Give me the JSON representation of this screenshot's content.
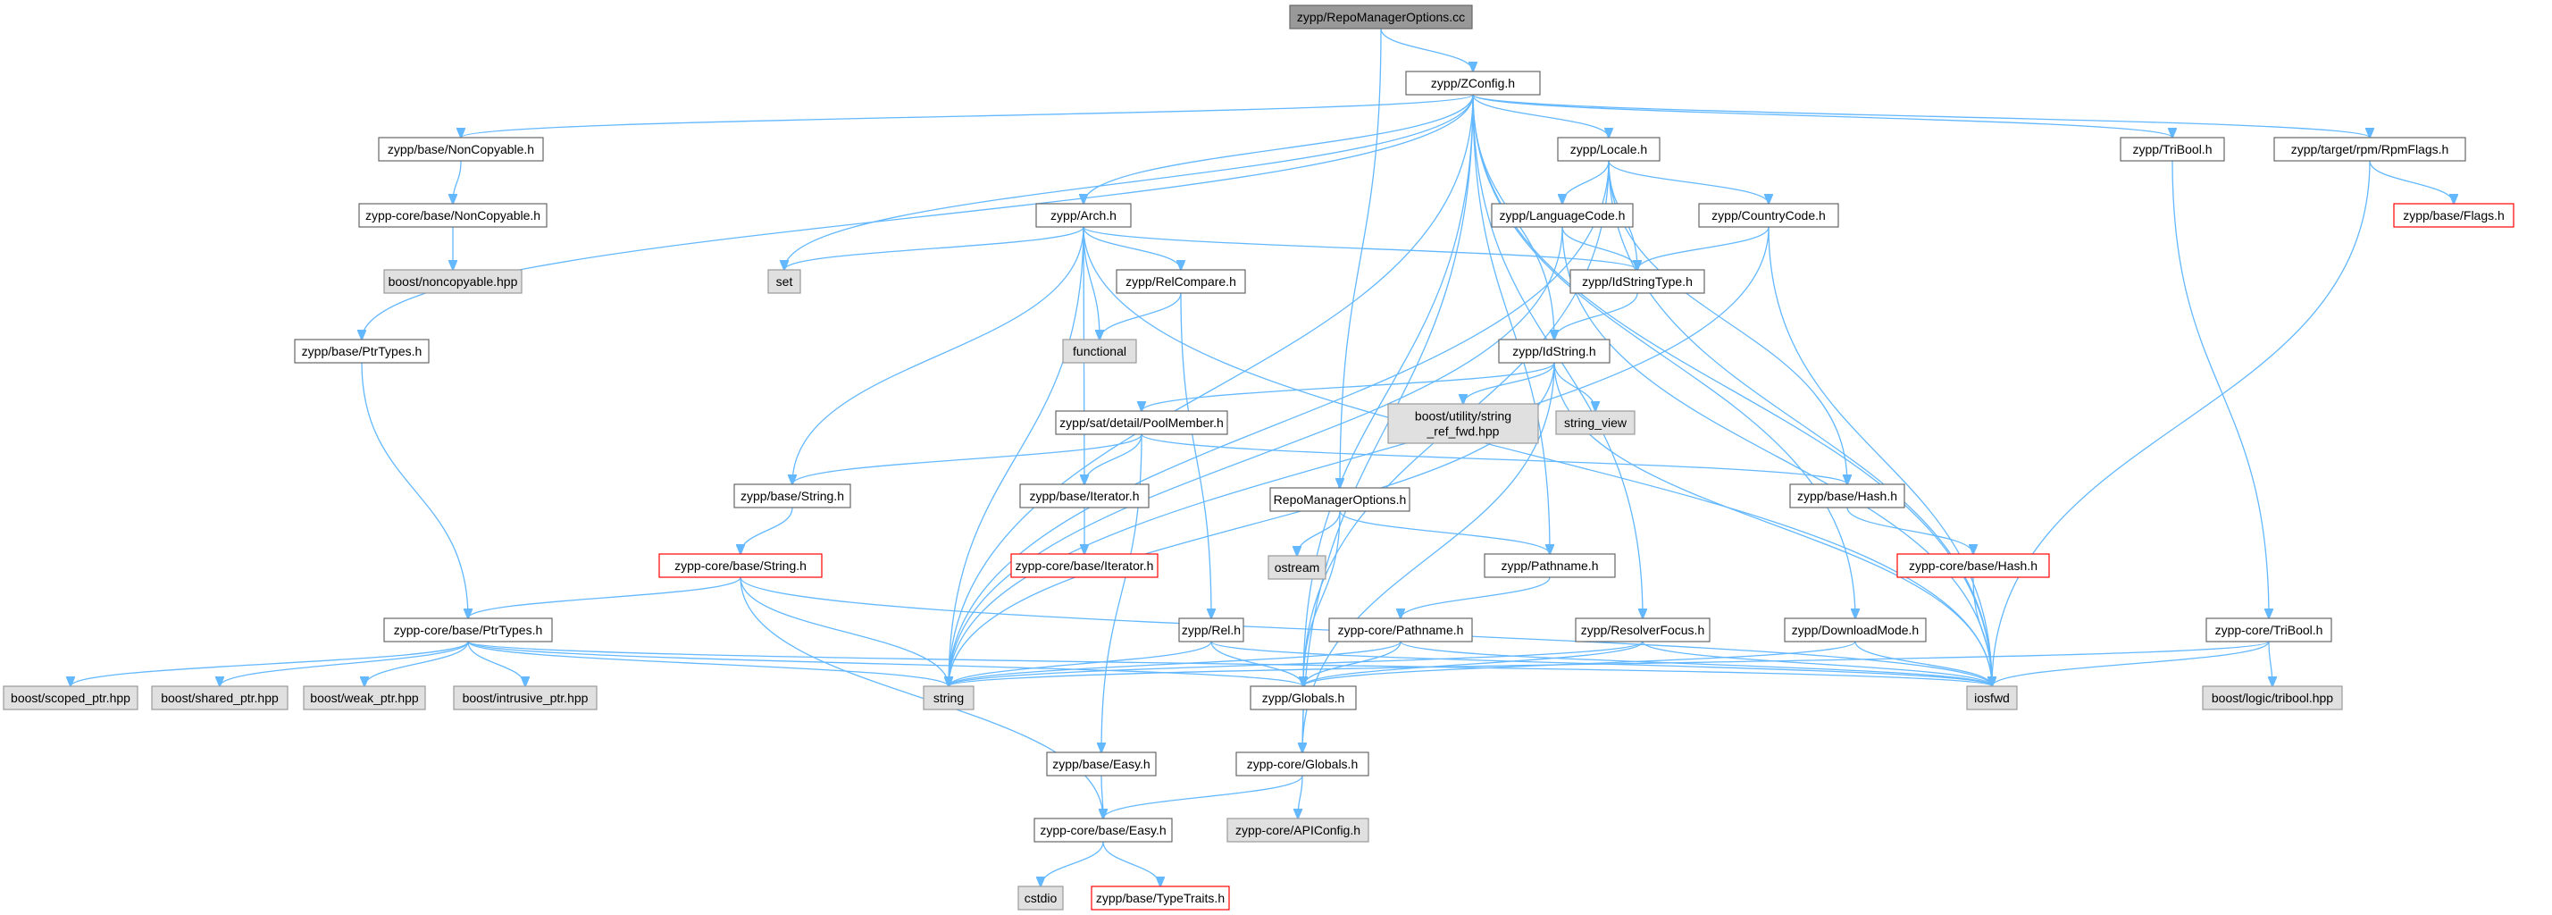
{
  "colors": {
    "edge": "#63b8ff",
    "root_fill": "#999999",
    "root_border": "#666666",
    "local_fill": "#ffffff",
    "local_border": "#666666",
    "system_fill": "#e0e0e0",
    "system_border": "#999999",
    "missing_fill": "#ffffff",
    "missing_border": "#ff0000"
  },
  "nodes": [
    {
      "id": "root",
      "label": "zypp/RepoManagerOptions.cc",
      "kind": "root"
    },
    {
      "id": "zconfig",
      "label": "zypp/ZConfig.h",
      "kind": "local"
    },
    {
      "id": "noncopyable",
      "label": "zypp/base/NonCopyable.h",
      "kind": "local"
    },
    {
      "id": "locale",
      "label": "zypp/Locale.h",
      "kind": "local"
    },
    {
      "id": "tribool",
      "label": "zypp/TriBool.h",
      "kind": "local"
    },
    {
      "id": "rpmflags",
      "label": "zypp/target/rpm/RpmFlags.h",
      "kind": "local"
    },
    {
      "id": "corenoncopyable",
      "label": "zypp-core/base/NonCopyable.h",
      "kind": "local"
    },
    {
      "id": "arch",
      "label": "zypp/Arch.h",
      "kind": "local"
    },
    {
      "id": "languagecode",
      "label": "zypp/LanguageCode.h",
      "kind": "local"
    },
    {
      "id": "countrycode",
      "label": "zypp/CountryCode.h",
      "kind": "local"
    },
    {
      "id": "baseflags",
      "label": "zypp/base/Flags.h",
      "kind": "missing"
    },
    {
      "id": "boostnoncopyable",
      "label": "boost/noncopyable.hpp",
      "kind": "system"
    },
    {
      "id": "set",
      "label": "set",
      "kind": "system"
    },
    {
      "id": "relcompare",
      "label": "zypp/RelCompare.h",
      "kind": "local"
    },
    {
      "id": "idstringtype",
      "label": "zypp/IdStringType.h",
      "kind": "local"
    },
    {
      "id": "ptrtypes",
      "label": "zypp/base/PtrTypes.h",
      "kind": "local"
    },
    {
      "id": "functional",
      "label": "functional",
      "kind": "system"
    },
    {
      "id": "idstring",
      "label": "zypp/IdString.h",
      "kind": "local"
    },
    {
      "id": "boostutility",
      "label": "boost/utility/string\n_ref_fwd.hpp",
      "kind": "system"
    },
    {
      "id": "stringview",
      "label": "string_view",
      "kind": "system"
    },
    {
      "id": "poolmember",
      "label": "zypp/sat/detail/PoolMember.h",
      "kind": "local"
    },
    {
      "id": "basestring",
      "label": "zypp/base/String.h",
      "kind": "local"
    },
    {
      "id": "baseiterator",
      "label": "zypp/base/Iterator.h",
      "kind": "local"
    },
    {
      "id": "repomanageroptions",
      "label": "RepoManagerOptions.h",
      "kind": "local"
    },
    {
      "id": "basehash",
      "label": "zypp/base/Hash.h",
      "kind": "local"
    },
    {
      "id": "ostream",
      "label": "ostream",
      "kind": "system"
    },
    {
      "id": "corestring",
      "label": "zypp-core/base/String.h",
      "kind": "missing"
    },
    {
      "id": "coreiterator",
      "label": "zypp-core/base/Iterator.h",
      "kind": "missing"
    },
    {
      "id": "pathname",
      "label": "zypp/Pathname.h",
      "kind": "local"
    },
    {
      "id": "corehash",
      "label": "zypp-core/base/Hash.h",
      "kind": "missing"
    },
    {
      "id": "coreptrtypes",
      "label": "zypp-core/base/PtrTypes.h",
      "kind": "local"
    },
    {
      "id": "rel",
      "label": "zypp/Rel.h",
      "kind": "local"
    },
    {
      "id": "corepathname",
      "label": "zypp-core/Pathname.h",
      "kind": "local"
    },
    {
      "id": "resolverfocus",
      "label": "zypp/ResolverFocus.h",
      "kind": "local"
    },
    {
      "id": "downloadmode",
      "label": "zypp/DownloadMode.h",
      "kind": "local"
    },
    {
      "id": "coretribool",
      "label": "zypp-core/TriBool.h",
      "kind": "local"
    },
    {
      "id": "scopedptr",
      "label": "boost/scoped_ptr.hpp",
      "kind": "system"
    },
    {
      "id": "sharedptr",
      "label": "boost/shared_ptr.hpp",
      "kind": "system"
    },
    {
      "id": "weakptr",
      "label": "boost/weak_ptr.hpp",
      "kind": "system"
    },
    {
      "id": "intrusiveptr",
      "label": "boost/intrusive_ptr.hpp",
      "kind": "system"
    },
    {
      "id": "string",
      "label": "string",
      "kind": "system"
    },
    {
      "id": "globals",
      "label": "zypp/Globals.h",
      "kind": "local"
    },
    {
      "id": "iosfwd",
      "label": "iosfwd",
      "kind": "system"
    },
    {
      "id": "boosttribool",
      "label": "boost/logic/tribool.hpp",
      "kind": "system"
    },
    {
      "id": "baseeasy",
      "label": "zypp/base/Easy.h",
      "kind": "local"
    },
    {
      "id": "coreglobals",
      "label": "zypp-core/Globals.h",
      "kind": "local"
    },
    {
      "id": "apiconfig",
      "label": "zypp-core/APIConfig.h",
      "kind": "system"
    },
    {
      "id": "coreeasy",
      "label": "zypp-core/base/Easy.h",
      "kind": "local"
    },
    {
      "id": "cstdio",
      "label": "cstdio",
      "kind": "system"
    },
    {
      "id": "typetraits",
      "label": "zypp/base/TypeTraits.h",
      "kind": "missing"
    }
  ],
  "edges": [
    [
      "root",
      "zconfig"
    ],
    [
      "root",
      "repomanageroptions"
    ],
    [
      "zconfig",
      "noncopyable"
    ],
    [
      "zconfig",
      "locale"
    ],
    [
      "zconfig",
      "tribool"
    ],
    [
      "zconfig",
      "rpmflags"
    ],
    [
      "zconfig",
      "ptrtypes"
    ],
    [
      "zconfig",
      "arch"
    ],
    [
      "zconfig",
      "set"
    ],
    [
      "zconfig",
      "idstring"
    ],
    [
      "zconfig",
      "string"
    ],
    [
      "zconfig",
      "coreglobals"
    ],
    [
      "zconfig",
      "pathname"
    ],
    [
      "zconfig",
      "resolverfocus"
    ],
    [
      "zconfig",
      "downloadmode"
    ],
    [
      "zconfig",
      "iosfwd"
    ],
    [
      "zconfig",
      "globals"
    ],
    [
      "noncopyable",
      "corenoncopyable"
    ],
    [
      "corenoncopyable",
      "boostnoncopyable"
    ],
    [
      "locale",
      "languagecode"
    ],
    [
      "locale",
      "countrycode"
    ],
    [
      "locale",
      "idstringtype"
    ],
    [
      "locale",
      "basehash"
    ],
    [
      "locale",
      "iosfwd"
    ],
    [
      "locale",
      "string"
    ],
    [
      "locale",
      "globals"
    ],
    [
      "tribool",
      "coretribool"
    ],
    [
      "rpmflags",
      "baseflags"
    ],
    [
      "rpmflags",
      "iosfwd"
    ],
    [
      "arch",
      "set"
    ],
    [
      "arch",
      "string"
    ],
    [
      "arch",
      "functional"
    ],
    [
      "arch",
      "relcompare"
    ],
    [
      "arch",
      "idstringtype"
    ],
    [
      "arch",
      "basestring"
    ],
    [
      "arch",
      "baseiterator"
    ],
    [
      "arch",
      "iosfwd"
    ],
    [
      "languagecode",
      "idstringtype"
    ],
    [
      "languagecode",
      "string"
    ],
    [
      "languagecode",
      "iosfwd"
    ],
    [
      "countrycode",
      "idstringtype"
    ],
    [
      "countrycode",
      "string"
    ],
    [
      "countrycode",
      "iosfwd"
    ],
    [
      "relcompare",
      "functional"
    ],
    [
      "relcompare",
      "rel"
    ],
    [
      "idstringtype",
      "idstring"
    ],
    [
      "ptrtypes",
      "coreptrtypes"
    ],
    [
      "idstring",
      "boostutility"
    ],
    [
      "idstring",
      "stringview"
    ],
    [
      "idstring",
      "poolmember"
    ],
    [
      "idstring",
      "string"
    ],
    [
      "idstring",
      "iosfwd"
    ],
    [
      "idstring",
      "coreglobals"
    ],
    [
      "poolmember",
      "basestring"
    ],
    [
      "poolmember",
      "baseiterator"
    ],
    [
      "poolmember",
      "basehash"
    ],
    [
      "poolmember",
      "baseeasy"
    ],
    [
      "basestring",
      "corestring"
    ],
    [
      "baseiterator",
      "coreiterator"
    ],
    [
      "repomanageroptions",
      "ostream"
    ],
    [
      "repomanageroptions",
      "pathname"
    ],
    [
      "repomanageroptions",
      "globals"
    ],
    [
      "basehash",
      "corehash"
    ],
    [
      "corehash",
      "iosfwd"
    ],
    [
      "corestring",
      "coreptrtypes"
    ],
    [
      "corestring",
      "string"
    ],
    [
      "corestring",
      "iosfwd"
    ],
    [
      "corestring",
      "coreeasy"
    ],
    [
      "pathname",
      "corepathname"
    ],
    [
      "coreptrtypes",
      "scopedptr"
    ],
    [
      "coreptrtypes",
      "sharedptr"
    ],
    [
      "coreptrtypes",
      "weakptr"
    ],
    [
      "coreptrtypes",
      "intrusiveptr"
    ],
    [
      "coreptrtypes",
      "string"
    ],
    [
      "coreptrtypes",
      "iosfwd"
    ],
    [
      "coreptrtypes",
      "globals"
    ],
    [
      "rel",
      "string"
    ],
    [
      "rel",
      "iosfwd"
    ],
    [
      "rel",
      "globals"
    ],
    [
      "corepathname",
      "string"
    ],
    [
      "corepathname",
      "iosfwd"
    ],
    [
      "corepathname",
      "globals"
    ],
    [
      "resolverfocus",
      "string"
    ],
    [
      "resolverfocus",
      "iosfwd"
    ],
    [
      "resolverfocus",
      "globals"
    ],
    [
      "downloadmode",
      "iosfwd"
    ],
    [
      "downloadmode",
      "globals"
    ],
    [
      "coretribool",
      "string"
    ],
    [
      "coretribool",
      "iosfwd"
    ],
    [
      "coretribool",
      "boosttribool"
    ],
    [
      "globals",
      "coreglobals"
    ],
    [
      "baseeasy",
      "coreeasy"
    ],
    [
      "coreglobals",
      "apiconfig"
    ],
    [
      "coreglobals",
      "coreeasy"
    ],
    [
      "coreeasy",
      "cstdio"
    ],
    [
      "coreeasy",
      "typetraits"
    ]
  ]
}
